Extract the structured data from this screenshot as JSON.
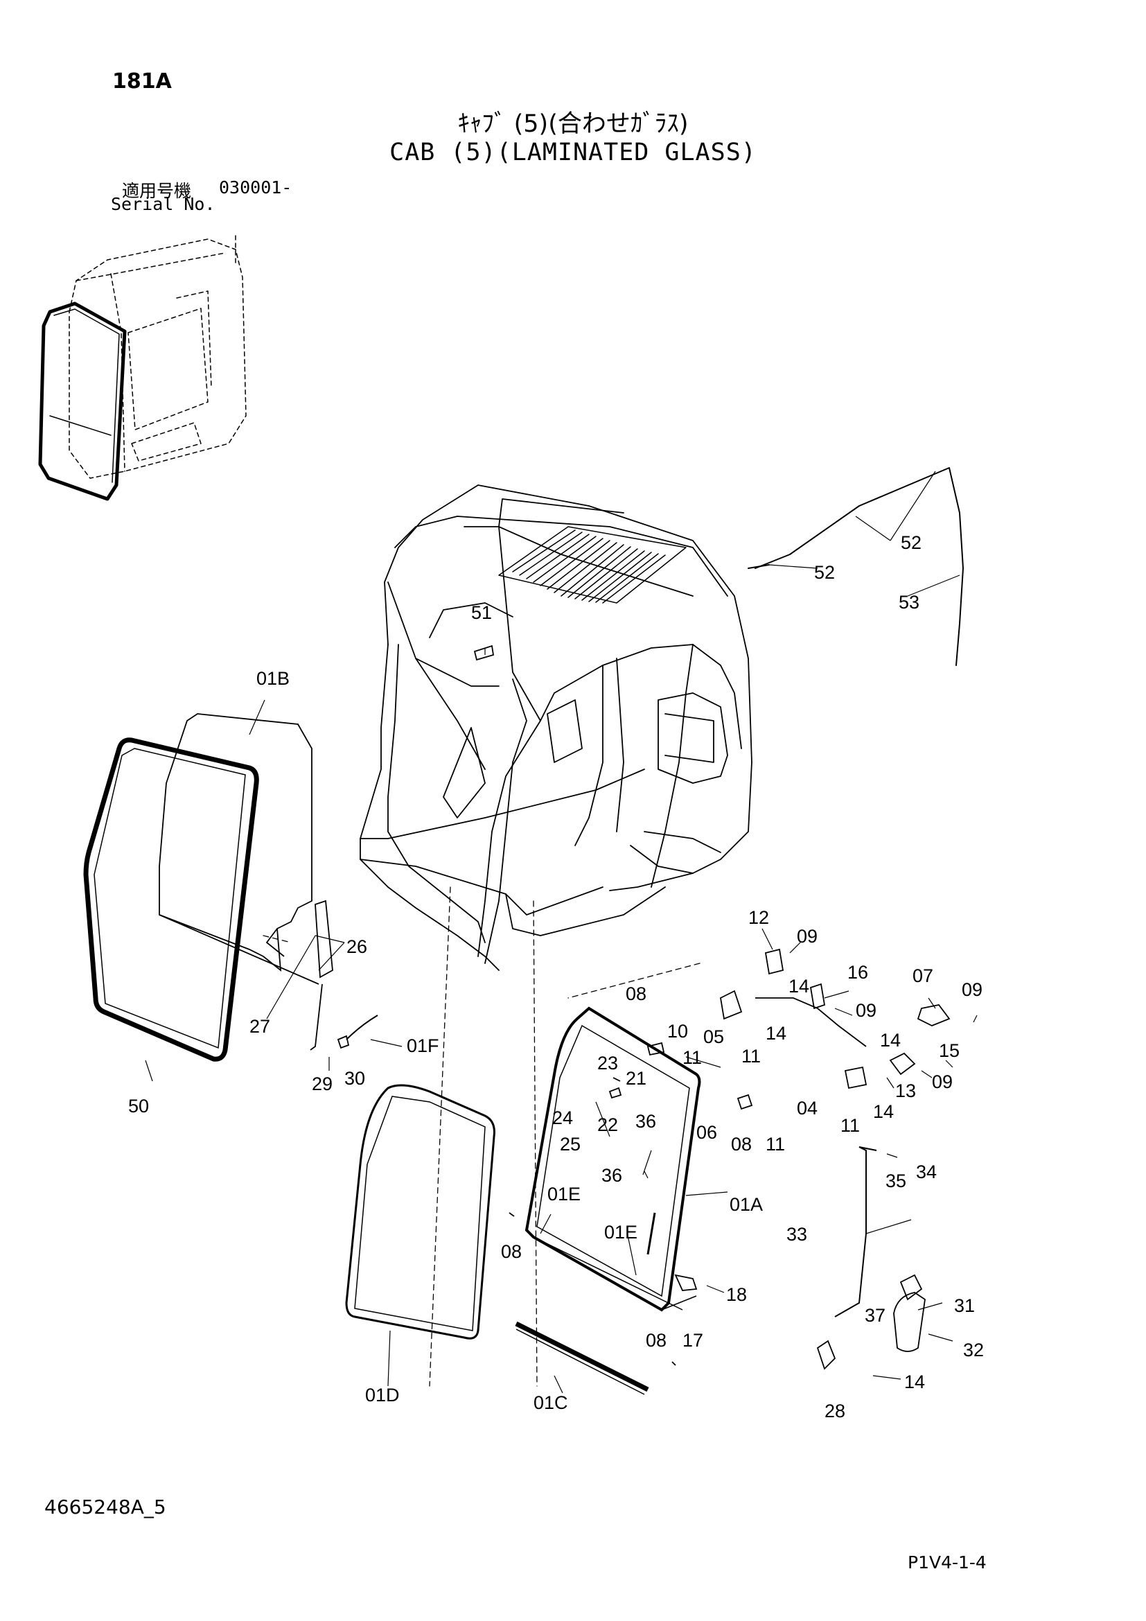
{
  "header": {
    "page_number": "181A",
    "title_jp": "ｷｬﾌﾞ (5)(合わせｶﾞﾗｽ)",
    "title_en": "CAB (5)(LAMINATED GLASS)",
    "serial_label_jp": "適用号機",
    "serial_label_en": "Serial No.",
    "serial_value": "030001-"
  },
  "footer": {
    "drawing_number": "4665248A_5",
    "page_ref": "P1V4-1-4"
  },
  "callouts": [
    "01B",
    "50",
    "27",
    "26",
    "29",
    "30",
    "01F",
    "51",
    "52",
    "52",
    "53",
    "12",
    "09",
    "16",
    "14",
    "09",
    "07",
    "09",
    "08",
    "10",
    "05",
    "14",
    "11",
    "11",
    "14",
    "15",
    "09",
    "13",
    "14",
    "04",
    "11",
    "23",
    "21",
    "24",
    "22",
    "25",
    "36",
    "06",
    "08",
    "11",
    "36",
    "34",
    "35",
    "01A",
    "01E",
    "01E",
    "08",
    "33",
    "18",
    "17",
    "08",
    "31",
    "37",
    "32",
    "14",
    "28",
    "01D",
    "01C"
  ],
  "colors": {
    "line": "#000000",
    "background": "#ffffff"
  }
}
